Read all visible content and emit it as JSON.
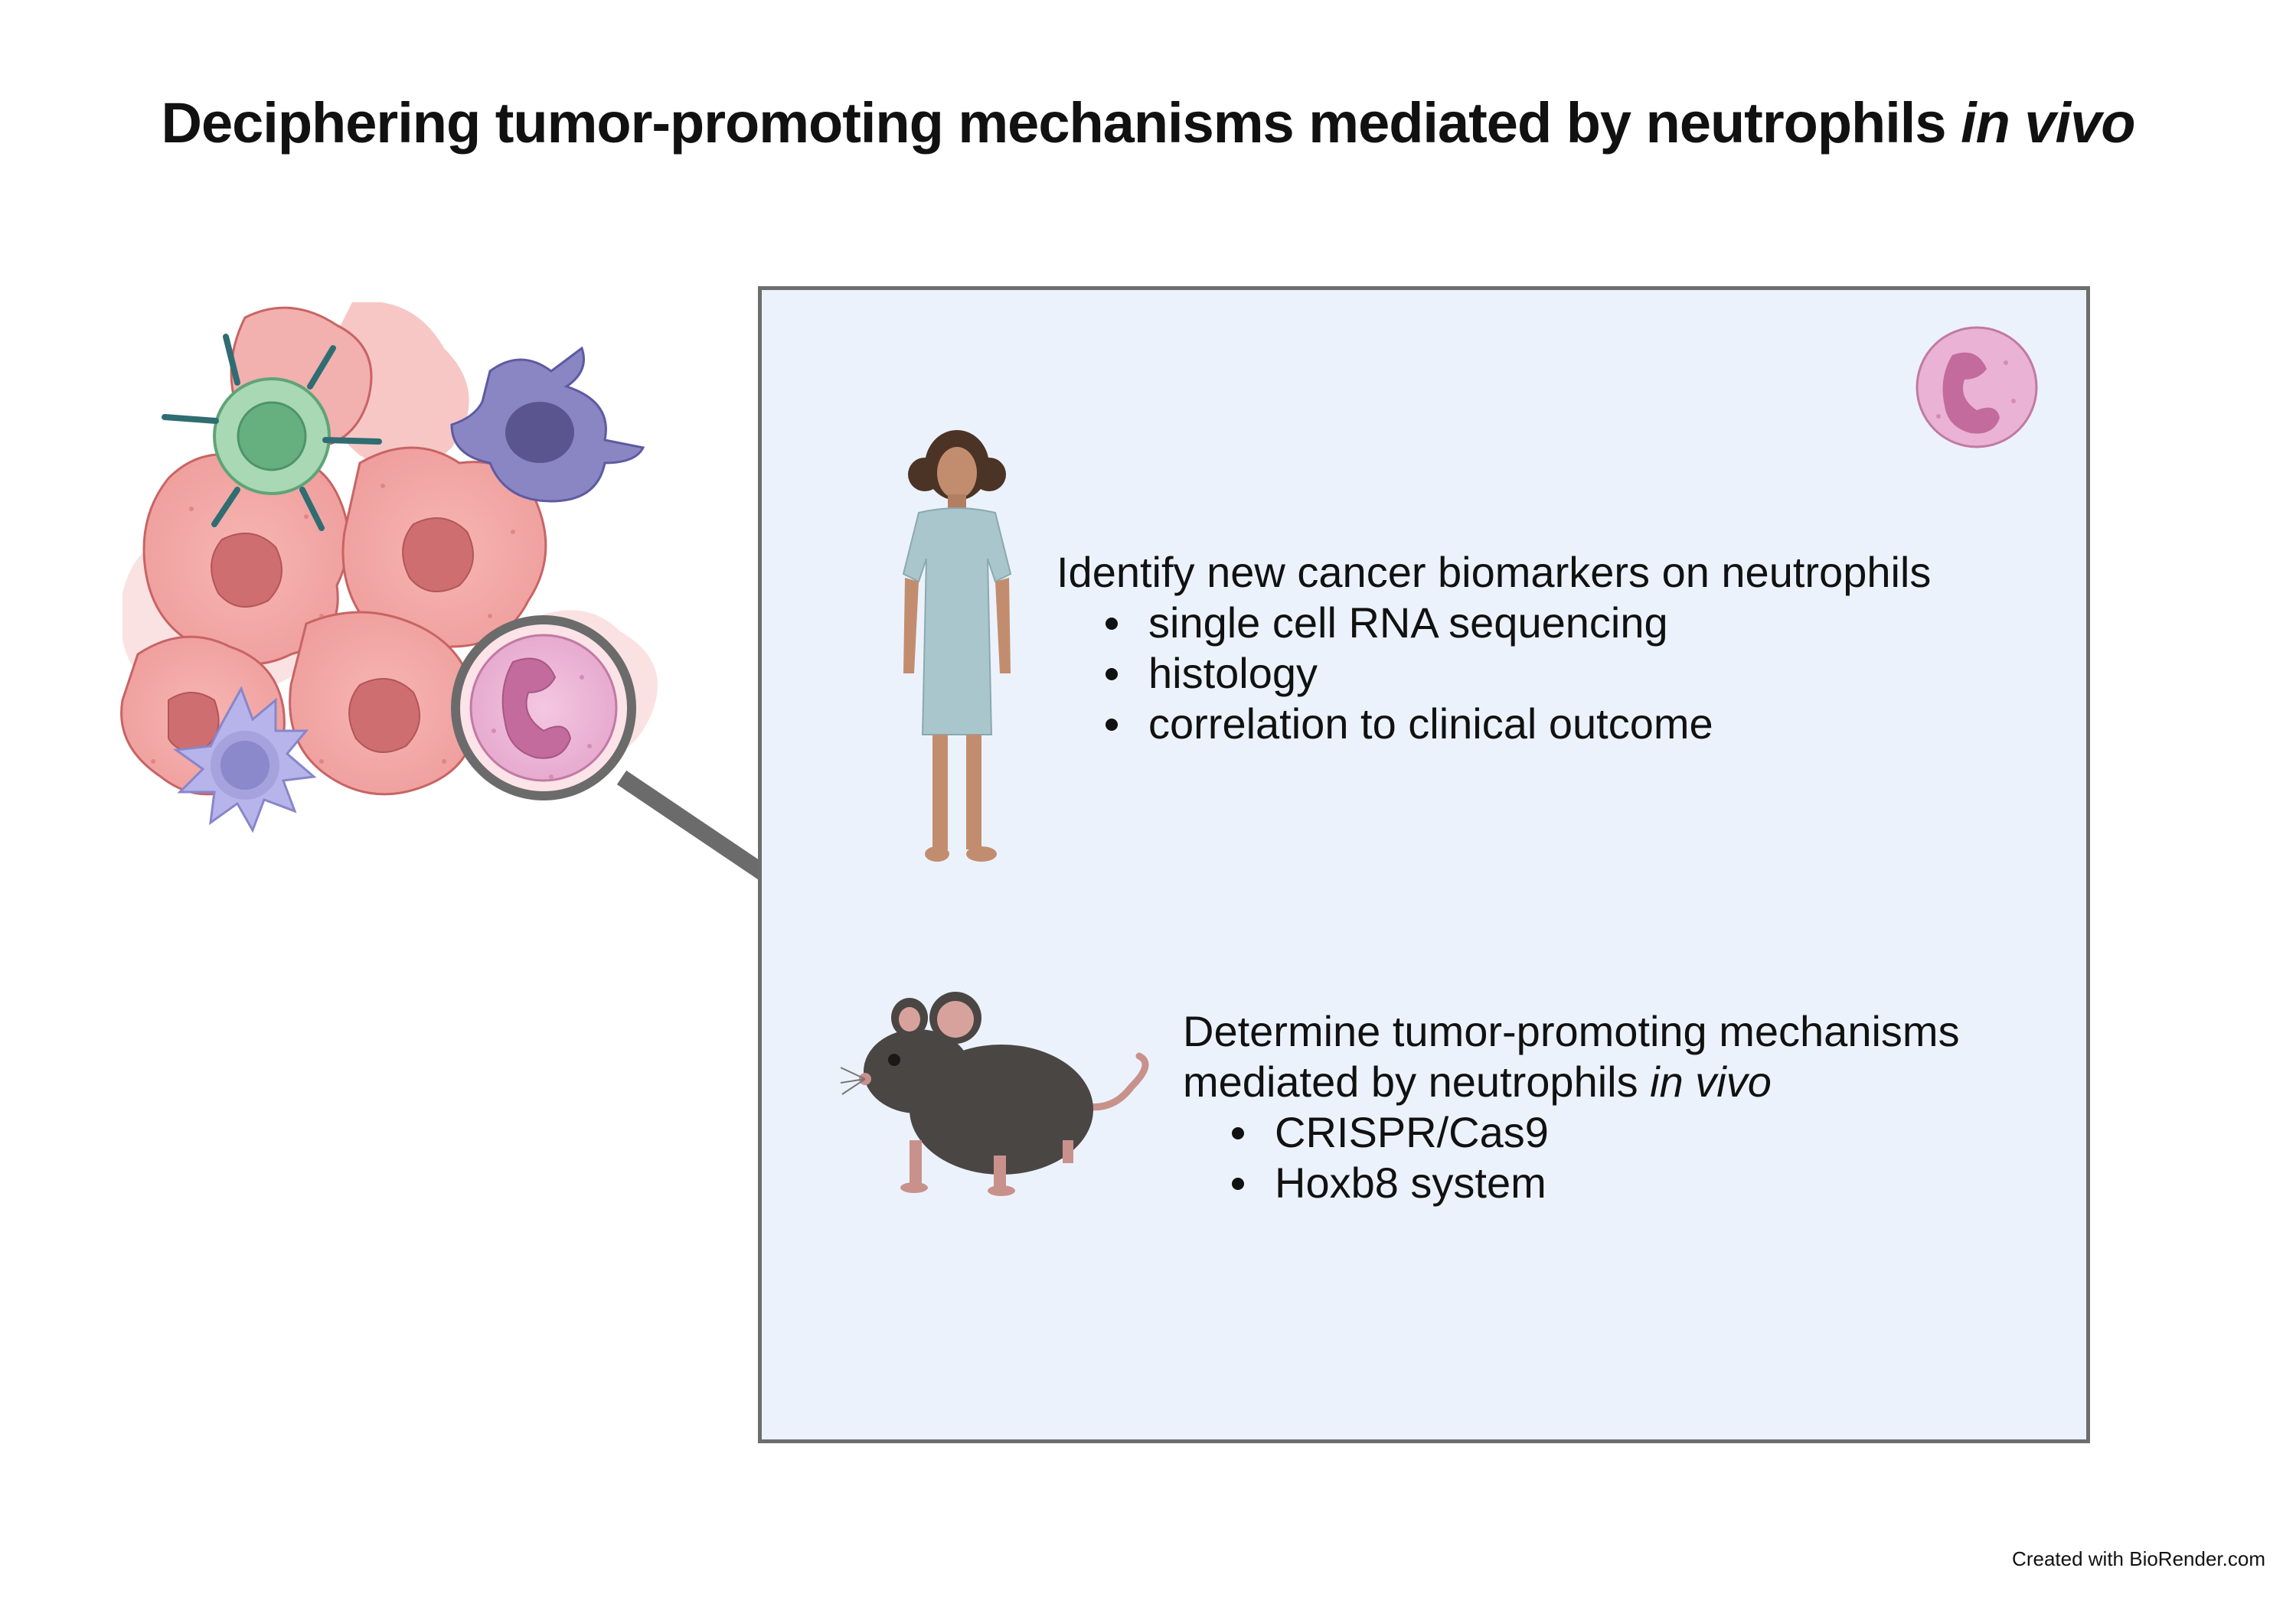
{
  "title": {
    "main": "Deciphering tumor-promoting mechanisms mediated by neutrophils ",
    "italic": "in vivo"
  },
  "human_section": {
    "heading": "Identify new cancer biomarkers on neutrophils",
    "bullets": [
      "single cell RNA sequencing",
      "histology",
      "correlation to clinical outcome"
    ]
  },
  "mouse_section": {
    "heading_line1": "Determine tumor-promoting mechanisms",
    "heading_line2": "mediated by neutrophils ",
    "heading_line2_italic": "in vivo",
    "bullets": [
      "CRISPR/Cas9",
      "Hoxb8 system"
    ]
  },
  "credit": "Created with BioRender.com",
  "colors": {
    "panel_fill": "#ecf2fb",
    "panel_border": "#6d6d6d",
    "tumor_cell": "#f1a3a3",
    "tumor_nucleus": "#cf6e70",
    "t_cell": "#a9d8b4",
    "macrophage": "#8a86c4",
    "dendritic_cell": "#b6b4ea",
    "neutrophil": "#eab2d4",
    "neutrophil_nucleus": "#c36b9c",
    "mouse": "#4a4644"
  },
  "icons": [
    "tumor-cluster-icon",
    "t-cell-icon",
    "antibody-icon",
    "macrophage-icon",
    "dendritic-cell-icon",
    "magnifier-icon",
    "neutrophil-icon",
    "patient-icon",
    "mouse-icon"
  ]
}
